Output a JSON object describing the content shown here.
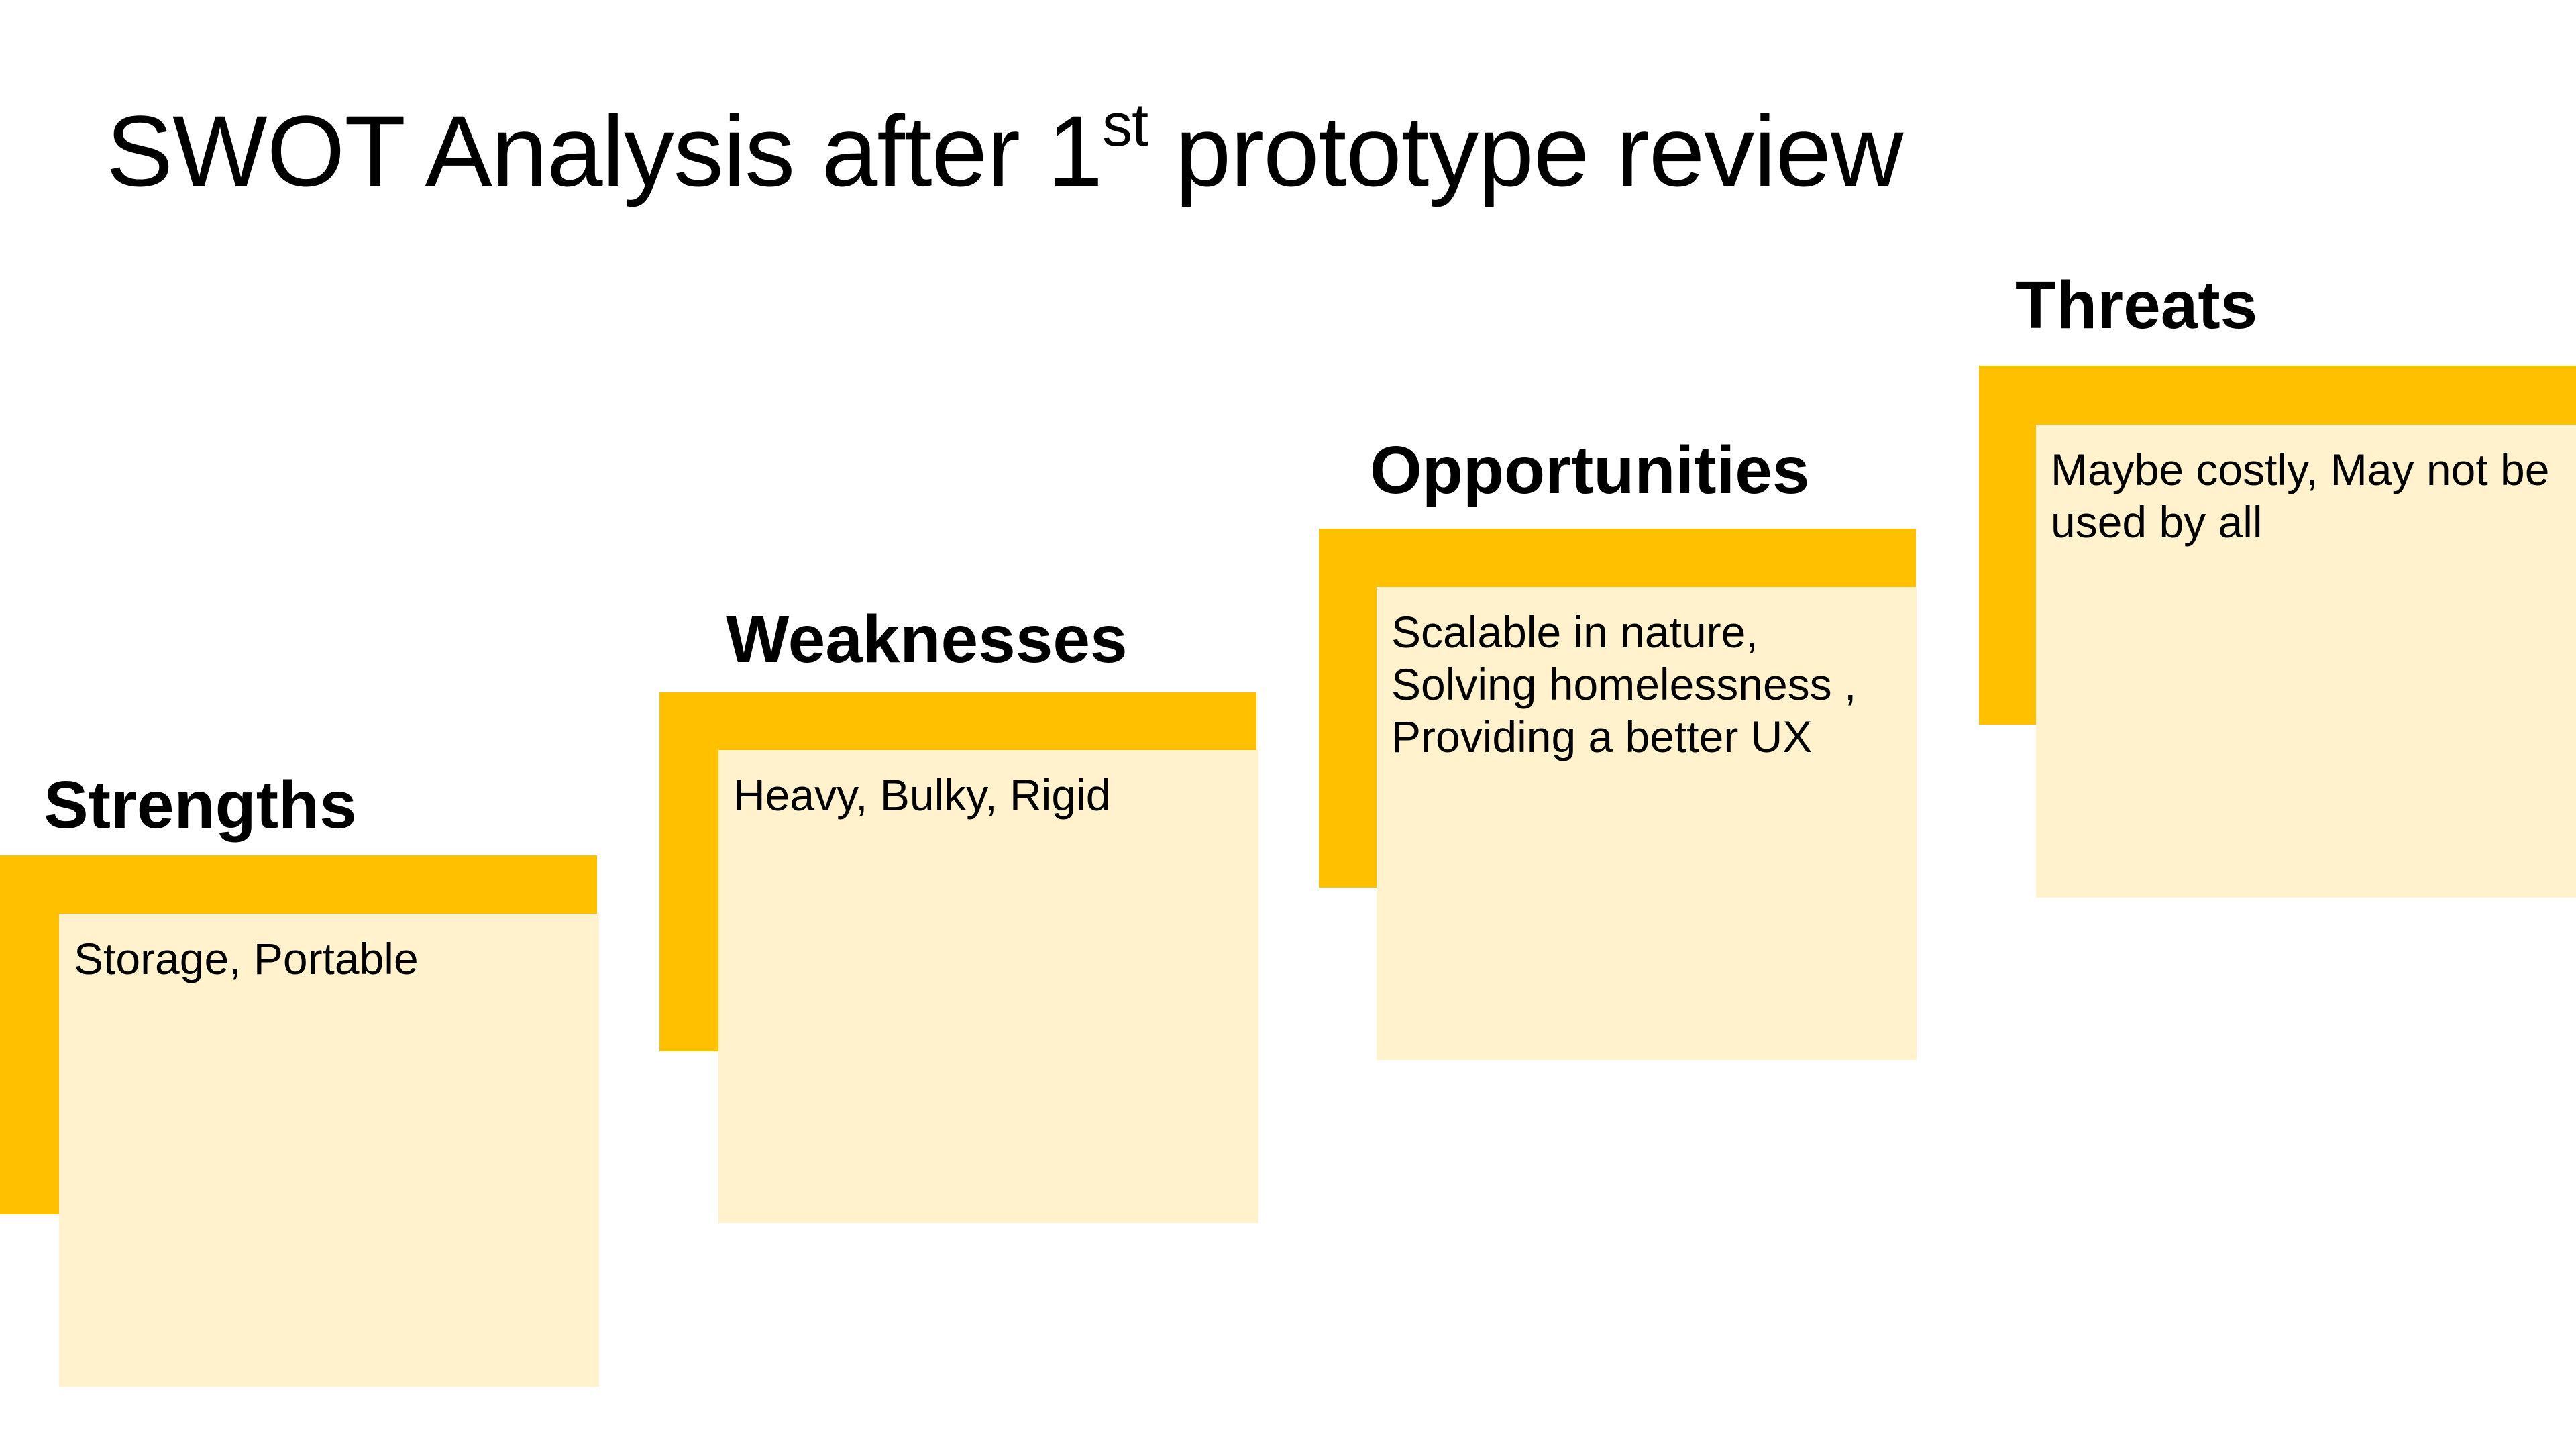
{
  "title": {
    "main_bold": "SWOT",
    "main_rest": " Analysis after 1",
    "superscript": "st",
    "end": " prototype review"
  },
  "colors": {
    "accent": "#ffc000",
    "card": "#fff2cc",
    "text": "#000000"
  },
  "quadrants": [
    {
      "heading": "Strengths",
      "lines": [
        "Storage, Portable"
      ]
    },
    {
      "heading": "Weaknesses",
      "lines": [
        "Heavy, Bulky, Rigid"
      ]
    },
    {
      "heading": "Opportunities",
      "lines": [
        "Scalable in nature,",
        "Solving homelessness ,",
        "Providing a better UX"
      ]
    },
    {
      "heading": "Threats",
      "lines": [
        "Maybe costly, May not be",
        "used by all"
      ]
    }
  ]
}
